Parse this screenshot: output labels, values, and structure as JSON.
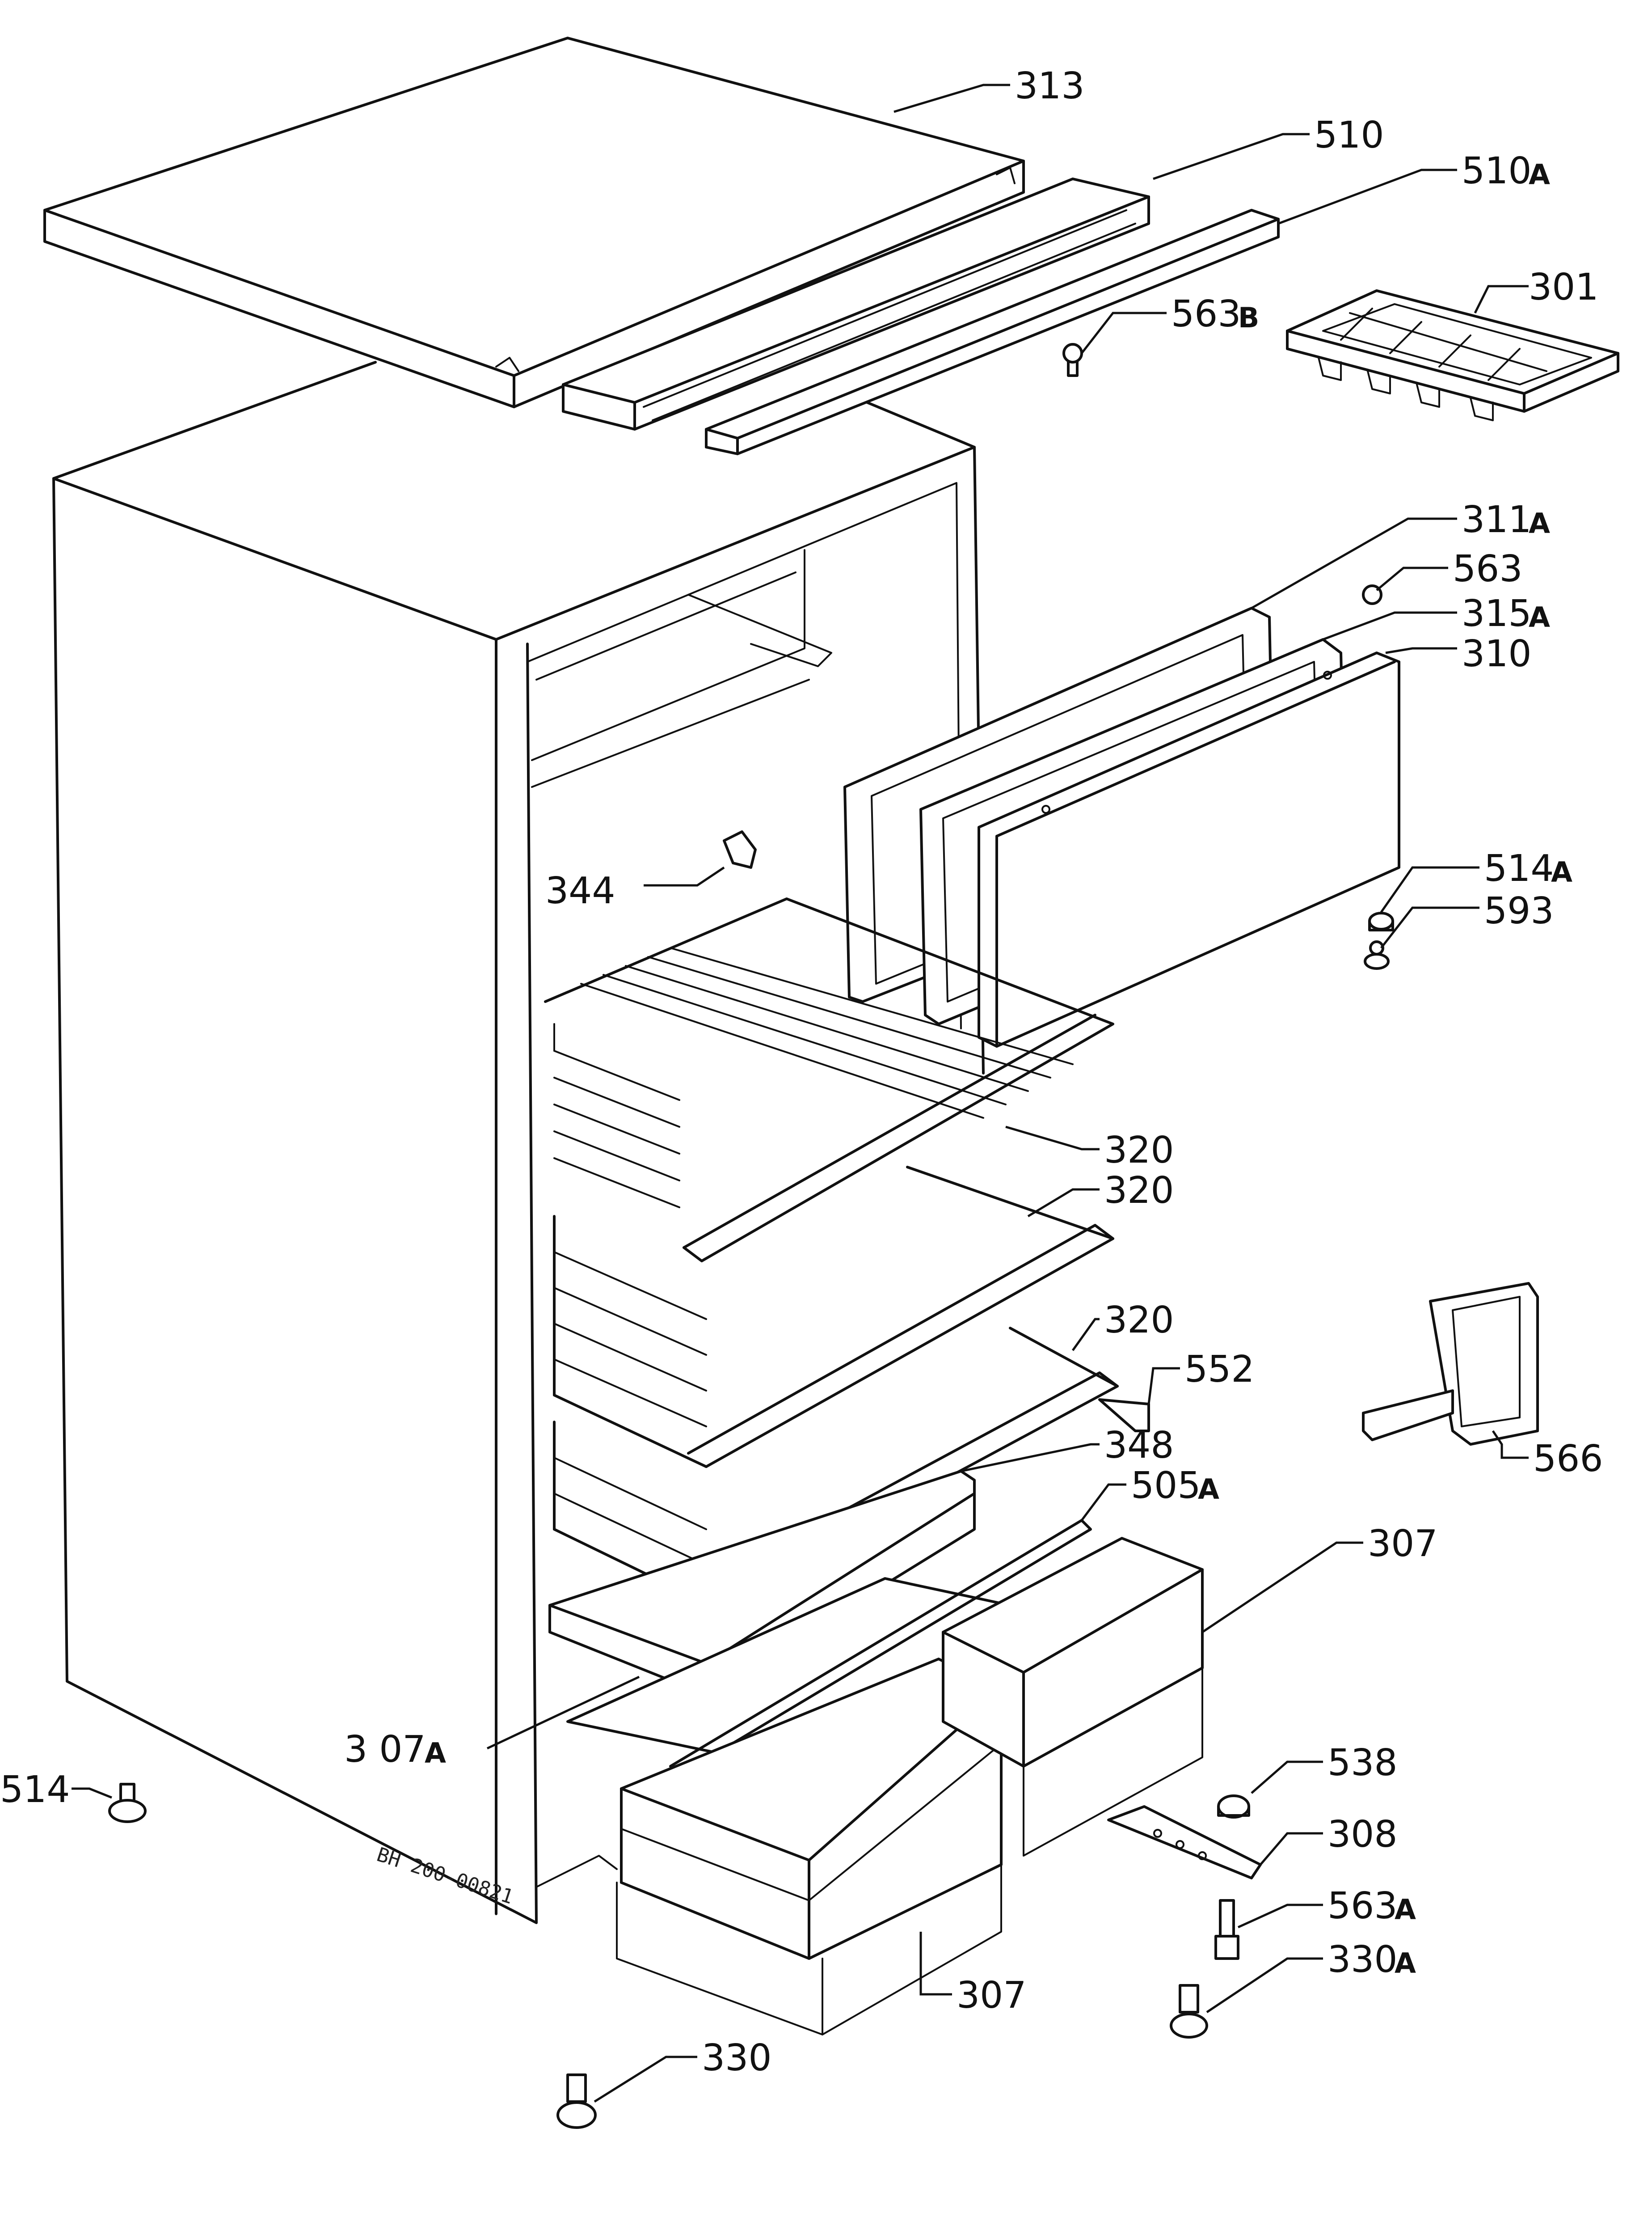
{
  "labels": {
    "l313": "313",
    "l510": "510",
    "l510a": "510",
    "l510a_suffix": "A",
    "l301": "301",
    "l563b": "563",
    "l563b_suffix": "B",
    "l311a": "311",
    "l311a_suffix": "A",
    "l563": "563",
    "l315a": "315",
    "l315a_suffix": "A",
    "l310": "310",
    "l344": "344",
    "l514a": "514",
    "l514a_suffix": "A",
    "l593": "593",
    "l320_1": "320",
    "l320_2": "320",
    "l320_3": "320",
    "l552": "552",
    "l348": "348",
    "l505a": "505",
    "l505a_suffix": "A",
    "l566": "566",
    "l307_right": "307",
    "l307a": "3 07",
    "l307a_suffix": "A",
    "l514": "514",
    "l538": "538",
    "l308": "308",
    "l563a": "563",
    "l563a_suffix": "A",
    "l330a": "330",
    "l330a_suffix": "A",
    "l307_bottom": "307",
    "l330": "330"
  },
  "drawing_code": "BH 200-00821"
}
